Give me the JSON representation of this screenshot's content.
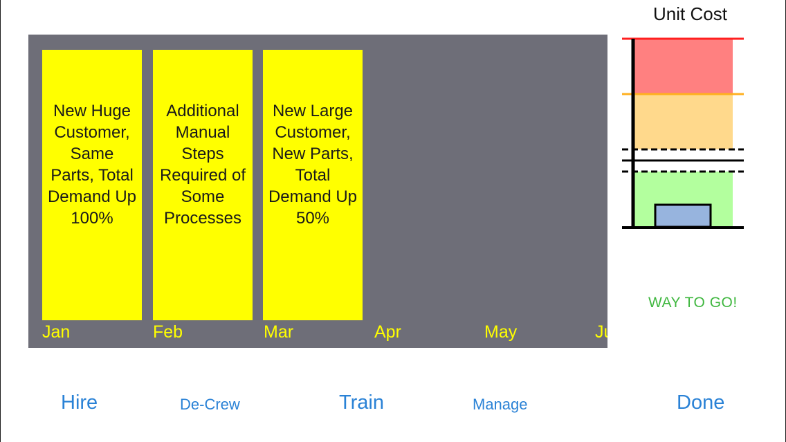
{
  "timeline": {
    "events": [
      {
        "month": "Jan",
        "text": "New Huge\nCustomer,\nSame\nParts, Total\nDemand Up\n100%"
      },
      {
        "month": "Feb",
        "text": "Additional\nManual\nSteps\nRequired of\nSome\nProcesses"
      },
      {
        "month": "Mar",
        "text": "New Large\nCustomer,\nNew Parts,\nTotal\nDemand Up\n50%"
      }
    ],
    "months": [
      "Jan",
      "Feb",
      "Mar",
      "Apr",
      "May",
      "Ju"
    ]
  },
  "unit_cost": {
    "title": "Unit Cost",
    "zones": {
      "red": "#ff8080",
      "orange": "#ffd98c",
      "green": "#b3ff9e"
    },
    "marker_color": "#97b4de"
  },
  "status": {
    "message": "WAY TO GO!",
    "color": "#3fb73f"
  },
  "actions": {
    "hire": "Hire",
    "decrew": "De-Crew",
    "train": "Train",
    "manage": "Manage",
    "done": "Done"
  }
}
